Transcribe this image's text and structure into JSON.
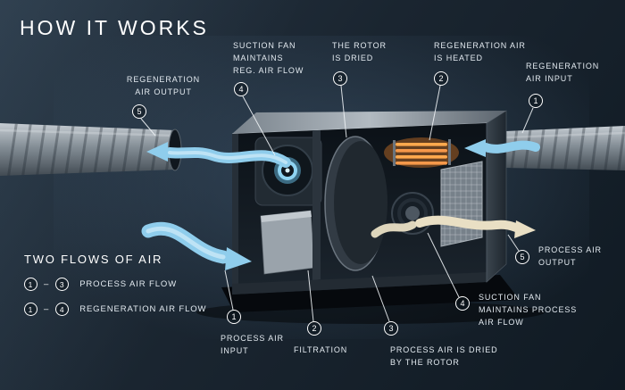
{
  "title": "HOW IT WORKS",
  "colors": {
    "background": "#18232d",
    "flow_blue": "#8fcdec",
    "heater_orange": "#f5a345",
    "process_output_beige": "#e9dfc4"
  },
  "callouts": {
    "regeneration_air_output": {
      "num": "5",
      "label": "REGENERATION\nAIR OUTPUT"
    },
    "suction_fan_reg": {
      "num": "4",
      "label": "SUCTION FAN\nMAINTAINS\nREG. AIR FLOW"
    },
    "rotor_is_dried": {
      "num": "3",
      "label": "THE ROTOR\nIS DRIED"
    },
    "regeneration_air_heated": {
      "num": "2",
      "label": "REGENERATION AIR\nIS HEATED"
    },
    "regeneration_air_input": {
      "num": "1",
      "label": "REGENERATION\nAIR INPUT"
    },
    "process_air_input": {
      "num": "1",
      "label": "PROCESS AIR\nINPUT"
    },
    "filtration": {
      "num": "2",
      "label": "FILTRATION"
    },
    "process_air_dried": {
      "num": "3",
      "label": "PROCESS AIR IS DRIED\nBY THE ROTOR"
    },
    "suction_fan_process": {
      "num": "4",
      "label": "SUCTION FAN\nMAINTAINS PROCESS\nAIR FLOW"
    },
    "process_air_output": {
      "num": "5",
      "label": "PROCESS AIR\nOUTPUT"
    }
  },
  "legend": {
    "heading": "TWO FLOWS OF AIR",
    "separator": "–",
    "rows": [
      {
        "from": "1",
        "to": "3",
        "label": "PROCESS AIR FLOW"
      },
      {
        "from": "1",
        "to": "4",
        "label": "REGENERATION AIR FLOW"
      }
    ]
  }
}
